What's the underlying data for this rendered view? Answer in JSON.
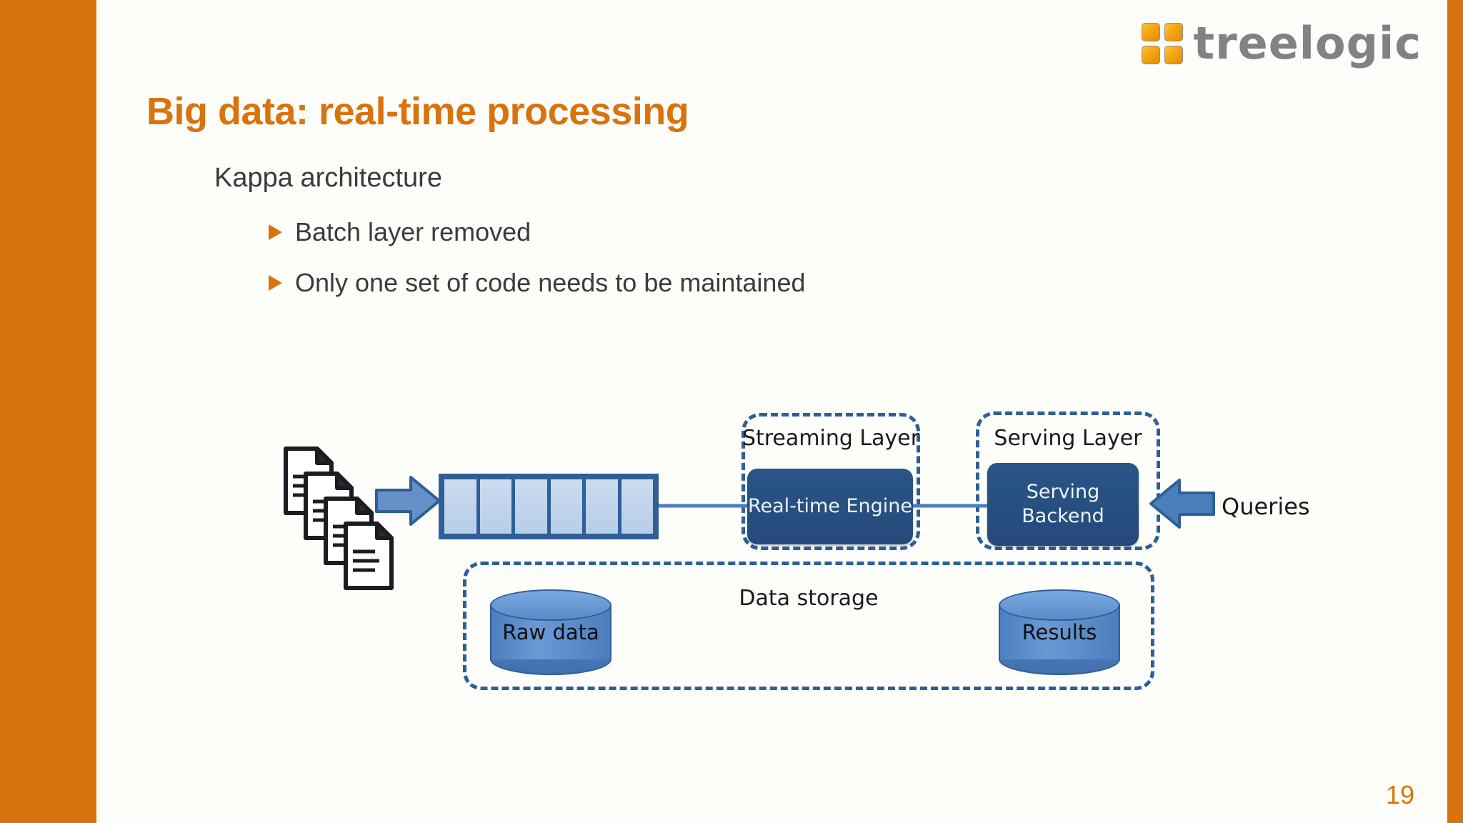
{
  "slide": {
    "title": "Big data: real-time processing",
    "subhead": "Kappa architecture",
    "bullets": [
      "Batch layer removed",
      "Only one set of code needs to be maintained"
    ],
    "page_number": "19",
    "accent_color": "#d9730d",
    "text_color": "#3b3b3b"
  },
  "logo": {
    "wordmark": "treelogic",
    "mark_squares": 4,
    "mark_color": "#f5a512",
    "wordmark_color": "#808285"
  },
  "diagram": {
    "type": "kappa-architecture",
    "primary_color": "#2e5f96",
    "node_fill": "#25497a",
    "queue": {
      "name": "message-queue",
      "cells": 6,
      "cell_color": "#bed3ec"
    },
    "sources": {
      "name": "incoming-documents",
      "count": 4
    },
    "groups": [
      {
        "id": "streaming",
        "label": "Streaming Layer"
      },
      {
        "id": "serving",
        "label": "Serving Layer"
      },
      {
        "id": "storage",
        "label": "Data storage"
      }
    ],
    "nodes": [
      {
        "id": "rt-engine",
        "label": "Real-time Engine",
        "group": "streaming"
      },
      {
        "id": "serving-backend",
        "label": "Serving\nBackend",
        "group": "serving"
      }
    ],
    "node_labels": {
      "real_time_engine": "Real-time Engine",
      "serving_backend_line1": "Serving",
      "serving_backend_line2": "Backend"
    },
    "stores": [
      {
        "id": "raw-data",
        "label": "Raw data"
      },
      {
        "id": "results",
        "label": "Results"
      }
    ],
    "store_labels": {
      "raw_data": "Raw data",
      "results": "Results"
    },
    "external": {
      "queries_label": "Queries"
    }
  }
}
